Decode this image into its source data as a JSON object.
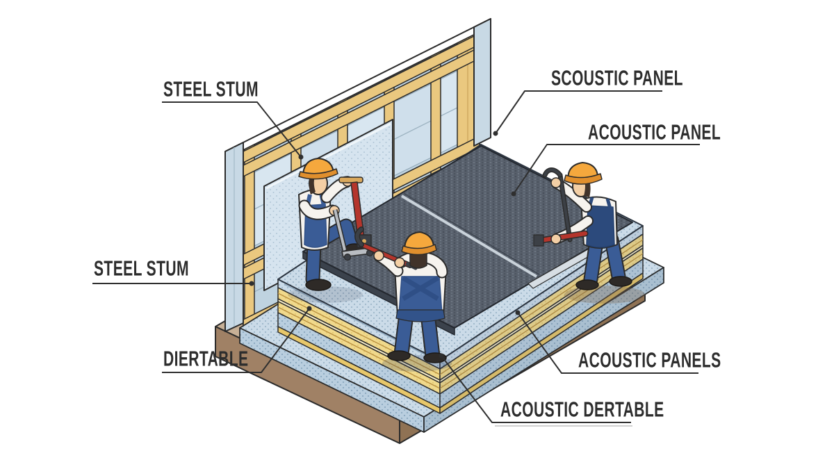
{
  "image": {
    "type": "isometric construction illustration",
    "background_color": "#ffffff",
    "description": "Three workers installing dark acoustic floor panels over yellow insulation layers on a platform, next to a wood-framed stud wall with a leaning drywall sheet"
  },
  "labels": [
    {
      "id": "steel-stum-top",
      "text": "STEEL STUM",
      "points_to": "wall stud (upper)"
    },
    {
      "id": "scoustic-panel",
      "text": "SCOUSTIC PANEL",
      "points_to": "dark floor panel near wall"
    },
    {
      "id": "acoustic-panel",
      "text": "ACOUSTIC PANEL",
      "points_to": "dark floor panel (right)"
    },
    {
      "id": "steel-stum-left",
      "text": "STEEL STUM",
      "points_to": "wall stud (left end)"
    },
    {
      "id": "diertable",
      "text": "DIERTABLE",
      "points_to": "yellow insulation layer"
    },
    {
      "id": "acoustic-panels",
      "text": "ACOUSTIC PANELS",
      "points_to": "layered floor edge"
    },
    {
      "id": "acoustic-dertable",
      "text": "ACOUSTIC DERTABLE",
      "points_to": "blue deck slab"
    }
  ],
  "scene": {
    "workers": [
      {
        "position": "left",
        "pose": "foot on panel lifter",
        "tool": "panel lifter",
        "hat": "orange hard hat",
        "outfit": "white shirt, blue overalls"
      },
      {
        "position": "center",
        "pose": "back turned, arms raised",
        "tool": "red pry bar",
        "hat": "orange hard hat",
        "outfit": "white shirt, blue overalls"
      },
      {
        "position": "right",
        "pose": "lifting panel edge",
        "tool": "crowbar and red clamp",
        "hat": "orange hard hat",
        "outfit": "white shirt, navy bib overalls"
      }
    ],
    "elements": [
      "wood stud wall with blue infill panels",
      "leaning speckled drywall sheet",
      "dark speckled acoustic panels with seam",
      "yellow insulation boards",
      "blue speckled acoustic deck slab",
      "brown base platform"
    ]
  },
  "colors": {
    "label_text": "#2d2d2d",
    "leader_line": "#2f2f2f",
    "wood": "#eac87f",
    "wall_infill": "#bfd3e0",
    "dark_panel": "#58606c",
    "insulation_yellow": "#f0d98c",
    "deck_blue": "#cbdbe8",
    "base_brown": "#c7b096",
    "overalls_blue": "#3a5c96",
    "hardhat_orange": "#f5a83d",
    "tool_red": "#b5352c"
  }
}
